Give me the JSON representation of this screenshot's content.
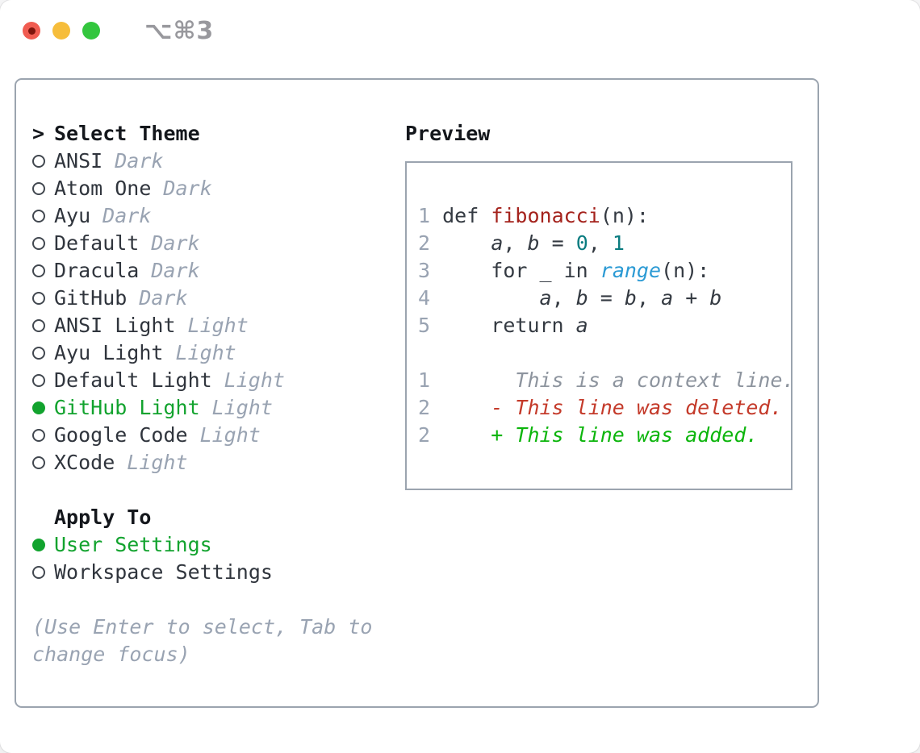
{
  "colors": {
    "sel_green": "#12a32e",
    "code": "#343a42",
    "func": "#a4221c",
    "num": "#0b7c80",
    "builtin": "#2b9ad4",
    "context": "#8d949e",
    "deleted": "#c43a2a",
    "added": "#0cb50c",
    "line_number": "#99a3b2",
    "tag_gray": "#99a3b2",
    "border_gray": "#9ba4af"
  },
  "window": {
    "title": "⌥⌘3",
    "buttons": {
      "close": "close",
      "minimize": "minimize",
      "zoom": "zoom"
    }
  },
  "theme_list": {
    "header": "Select Theme",
    "prompt": ">",
    "items": [
      {
        "name": "ANSI",
        "tag": "Dark",
        "selected": false
      },
      {
        "name": "Atom One",
        "tag": "Dark",
        "selected": false
      },
      {
        "name": "Ayu",
        "tag": "Dark",
        "selected": false
      },
      {
        "name": "Default",
        "tag": "Dark",
        "selected": false
      },
      {
        "name": "Dracula",
        "tag": "Dark",
        "selected": false
      },
      {
        "name": "GitHub",
        "tag": "Dark",
        "selected": false
      },
      {
        "name": "ANSI Light",
        "tag": "Light",
        "selected": false
      },
      {
        "name": "Ayu Light",
        "tag": "Light",
        "selected": false
      },
      {
        "name": "Default Light",
        "tag": "Light",
        "selected": false
      },
      {
        "name": "GitHub Light",
        "tag": "Light",
        "selected": true
      },
      {
        "name": "Google Code",
        "tag": "Light",
        "selected": false
      },
      {
        "name": "XCode",
        "tag": "Light",
        "selected": false
      }
    ]
  },
  "apply_to": {
    "header": "Apply To",
    "items": [
      {
        "label": "User Settings",
        "selected": true
      },
      {
        "label": "Workspace Settings",
        "selected": false
      }
    ]
  },
  "hint_lines": [
    "(Use Enter to select, Tab to",
    "change focus)"
  ],
  "preview": {
    "title": "Preview",
    "lines": [
      {
        "num": "1",
        "segs": [
          {
            "t": "def ",
            "c": "code"
          },
          {
            "t": "fibonacci",
            "c": "func"
          },
          {
            "t": "(n):",
            "c": "code"
          }
        ]
      },
      {
        "num": "2",
        "segs": [
          {
            "t": "    ",
            "c": "code"
          },
          {
            "t": "a",
            "c": "code",
            "i": true
          },
          {
            "t": ", ",
            "c": "code"
          },
          {
            "t": "b",
            "c": "code",
            "i": true
          },
          {
            "t": " = ",
            "c": "code"
          },
          {
            "t": "0",
            "c": "num"
          },
          {
            "t": ", ",
            "c": "code"
          },
          {
            "t": "1",
            "c": "num"
          }
        ]
      },
      {
        "num": "3",
        "segs": [
          {
            "t": "    for _ in ",
            "c": "code"
          },
          {
            "t": "range",
            "c": "builtin",
            "i": true
          },
          {
            "t": "(n):",
            "c": "code"
          }
        ]
      },
      {
        "num": "4",
        "segs": [
          {
            "t": "        ",
            "c": "code"
          },
          {
            "t": "a",
            "c": "code",
            "i": true
          },
          {
            "t": ", ",
            "c": "code"
          },
          {
            "t": "b",
            "c": "code",
            "i": true
          },
          {
            "t": " = ",
            "c": "code"
          },
          {
            "t": "b",
            "c": "code",
            "i": true
          },
          {
            "t": ", ",
            "c": "code"
          },
          {
            "t": "a",
            "c": "code",
            "i": true
          },
          {
            "t": " + ",
            "c": "code"
          },
          {
            "t": "b",
            "c": "code",
            "i": true
          }
        ]
      },
      {
        "num": "5",
        "segs": [
          {
            "t": "    return ",
            "c": "code"
          },
          {
            "t": "a",
            "c": "code",
            "i": true
          }
        ]
      },
      {
        "num": "",
        "segs": []
      },
      {
        "num": "1",
        "segs": [
          {
            "t": "      This is a context line.",
            "c": "context",
            "i": true
          }
        ]
      },
      {
        "num": "2",
        "segs": [
          {
            "t": "    - This line was deleted.",
            "c": "deleted",
            "i": true
          }
        ]
      },
      {
        "num": "2",
        "segs": [
          {
            "t": "    + This line was added.",
            "c": "added",
            "i": true
          }
        ]
      }
    ]
  }
}
